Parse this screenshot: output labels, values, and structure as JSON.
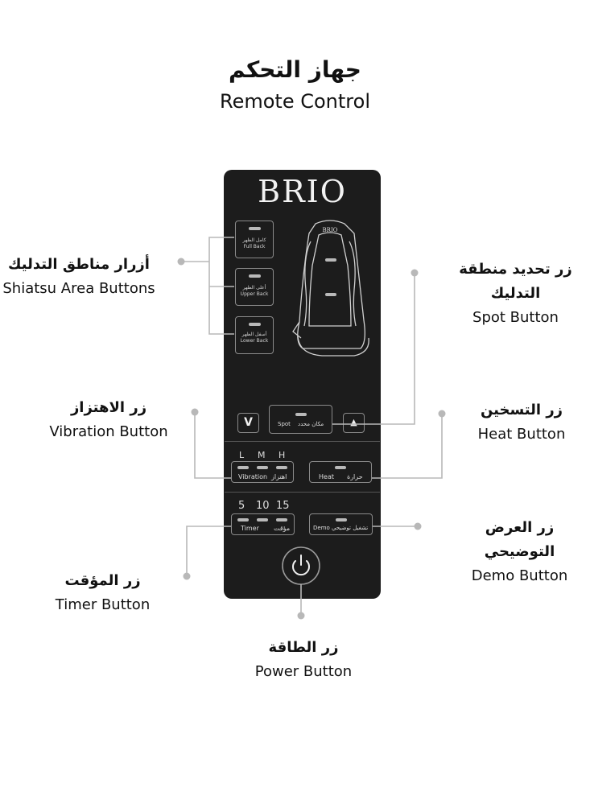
{
  "title": {
    "arabic": "جهاز التحكم",
    "english": "Remote Control"
  },
  "brand": "BRIO",
  "remote_buttons": {
    "full_back": {
      "arabic": "كامل الظهر",
      "english": "Full Back"
    },
    "upper_back": {
      "arabic": "أعلى الظهر",
      "english": "Upper Back"
    },
    "lower_back": {
      "arabic": "أسفل الظهر",
      "english": "Lower Back"
    },
    "spot": {
      "english": "Spot",
      "arabic": "مكان محدد"
    },
    "down_glyph": "V",
    "up_glyph": "▲",
    "vibration_levels": [
      "L",
      "M",
      "H"
    ],
    "vibration": {
      "english": "Vibration",
      "arabic": "اهتزاز"
    },
    "heat": {
      "english": "Heat",
      "arabic": "حرارة"
    },
    "timer_values": [
      "5",
      "10",
      "15"
    ],
    "timer": {
      "english": "Timer",
      "arabic": "مؤقت"
    },
    "demo": {
      "english": "Demo",
      "arabic": "تشغيل توضيحي"
    },
    "chair_logo": "BRIO"
  },
  "callouts": {
    "shiatsu": {
      "arabic": "أزرار مناطق التدليك",
      "english": "Shiatsu Area Buttons"
    },
    "spot": {
      "arabic": "زر تحديد منطقة التدليك",
      "english": "Spot Button"
    },
    "vibration": {
      "arabic": "زر الاهتزاز",
      "english": "Vibration Button"
    },
    "heat": {
      "arabic": "زر التسخين",
      "english": "Heat Button"
    },
    "demo": {
      "arabic": "زر العرض التوضيحي",
      "english": "Demo Button"
    },
    "timer": {
      "arabic": "زر المؤقت",
      "english": "Timer Button"
    },
    "power": {
      "arabic": "زر الطاقة",
      "english": "Power Button"
    }
  },
  "colors": {
    "remote_body": "#1c1c1c",
    "leader_line": "#b8b8b8",
    "led": "#b9b9b9"
  }
}
